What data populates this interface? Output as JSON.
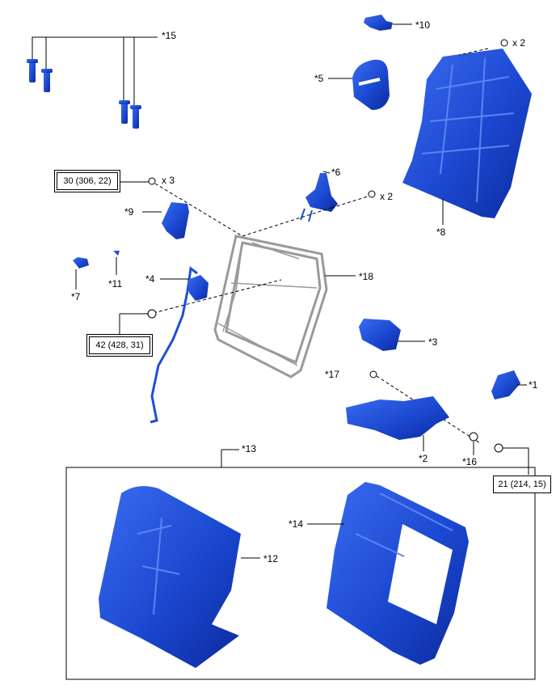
{
  "colors": {
    "part_fill": "#1f4fd6",
    "part_dark": "#0a2a9a",
    "part_light": "#4d78ee",
    "frame": "#9a9a9a",
    "line": "#000000"
  },
  "labels": {
    "p1": "*1",
    "p2": "*2",
    "p3": "*3",
    "p4": "*4",
    "p5": "*5",
    "p6": "*6",
    "p7": "*7",
    "p8": "*8",
    "p9": "*9",
    "p10": "*10",
    "p11": "*11",
    "p12": "*12",
    "p13": "*13",
    "p14": "*14",
    "p15": "*15",
    "p16": "*16",
    "p17": "*17",
    "p18": "*18"
  },
  "quantities": {
    "q8_bolts": "x 2",
    "q6_bolts": "x 2",
    "q9_bolts": "x 3"
  },
  "torques": {
    "t9": "30 (306, 22)",
    "t4": "42 (428, 31)",
    "t2": "21 (214, 15)"
  }
}
